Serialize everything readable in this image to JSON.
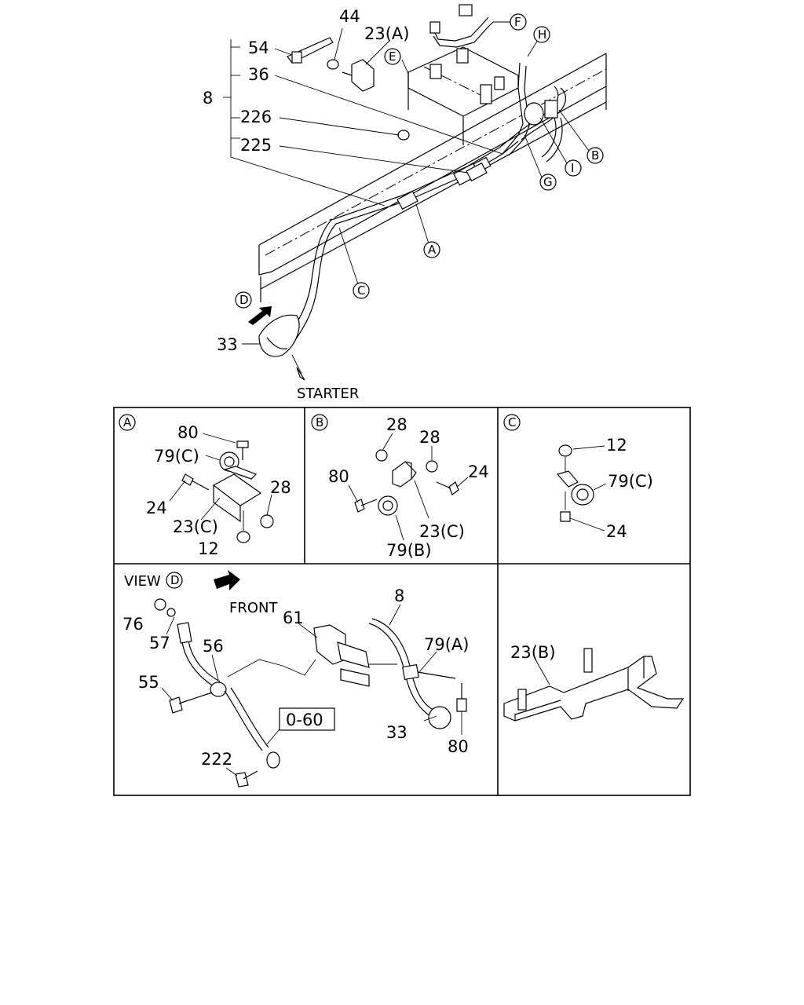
{
  "main": {
    "labels": {
      "p54": "54",
      "p44": "44",
      "p23a": "23(A)",
      "p8": "8",
      "p36": "36",
      "p226": "226",
      "p225": "225",
      "p33": "33",
      "starter": "STARTER"
    },
    "callouts": {
      "A": "A",
      "B": "B",
      "C": "C",
      "D": "D",
      "E": "E",
      "F": "F",
      "G": "G",
      "H": "H",
      "I": "I"
    }
  },
  "detail_a": {
    "callout": "A",
    "labels": {
      "p80": "80",
      "p79c": "79(C)",
      "p24": "24",
      "p28": "28",
      "p23c": "23(C)",
      "p12": "12"
    }
  },
  "detail_b": {
    "callout": "B",
    "labels": {
      "p28a": "28",
      "p28b": "28",
      "p80": "80",
      "p24": "24",
      "p23c": "23(C)",
      "p79b": "79(B)"
    }
  },
  "detail_c": {
    "callout": "C",
    "labels": {
      "p12": "12",
      "p79c": "79(C)",
      "p24": "24"
    }
  },
  "view_d": {
    "title": "VIEW",
    "callout": "D",
    "front": "FRONT",
    "labels": {
      "p8": "8",
      "p61": "61",
      "p79a": "79(A)",
      "p76": "76",
      "p57": "57",
      "p56": "56",
      "p55": "55",
      "p060": "0-60",
      "p222": "222",
      "p33": "33",
      "p80": "80"
    }
  },
  "detail_bracket": {
    "labels": {
      "p23b": "23(B)"
    }
  }
}
